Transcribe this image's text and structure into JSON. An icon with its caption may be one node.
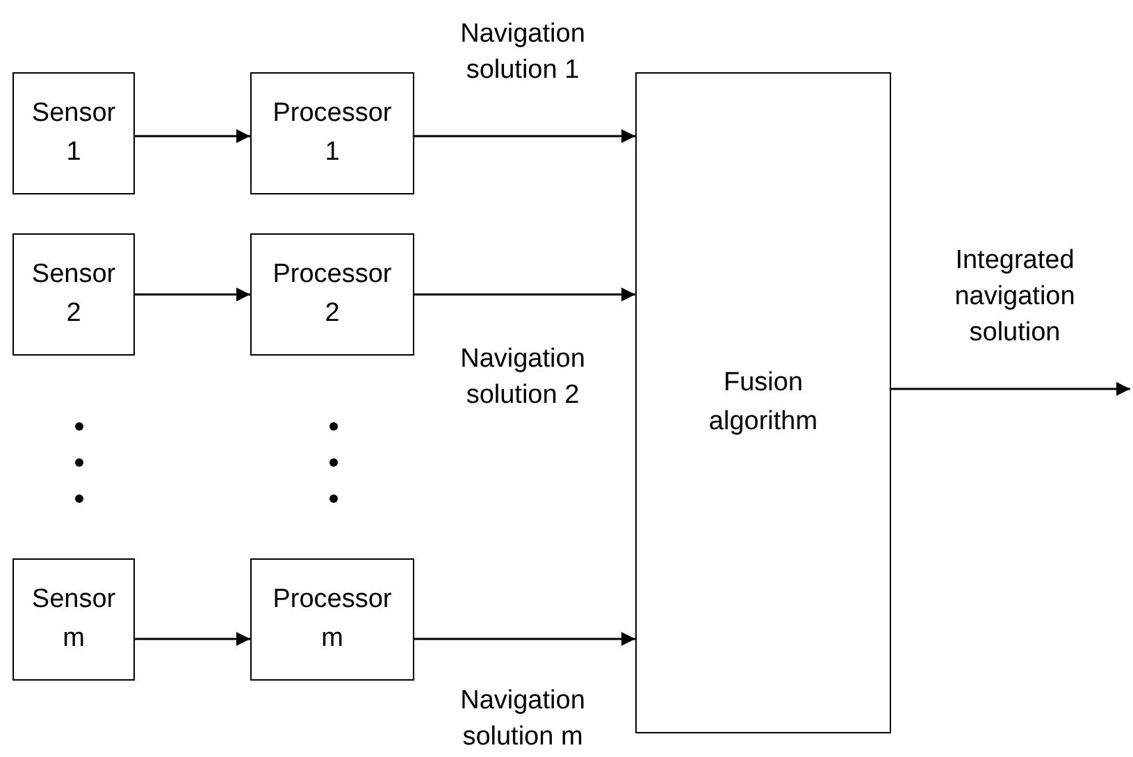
{
  "diagram": {
    "nodes": [
      {
        "text": [
          "Sensor 1"
        ]
      },
      {
        "text": [
          "Processor 1"
        ]
      },
      {
        "text": [
          "Sensor 2"
        ]
      },
      {
        "text": [
          "Processor 2"
        ]
      },
      {
        "text": [
          "Sensor m"
        ]
      },
      {
        "text": [
          "Processor m"
        ]
      },
      {
        "text": [
          "Fusion algorithm"
        ]
      }
    ],
    "edges": [
      {
        "from": 0,
        "to": 1,
        "arrow": "to"
      },
      {
        "from": 2,
        "to": 3,
        "arrow": "to"
      },
      {
        "from": 4,
        "to": 5,
        "arrow": "to"
      },
      {
        "from": 1,
        "to": 6,
        "arrow": "to",
        "label": "Navigation solution 1"
      },
      {
        "from": 3,
        "to": 6,
        "arrow": "to",
        "label": "Navigation solution 2"
      },
      {
        "from": 5,
        "to": 6,
        "arrow": "to",
        "label": "Navigation solution m"
      },
      {
        "from": 6,
        "to": null,
        "arrow": "to",
        "label": "Integrated navigation solution"
      }
    ]
  }
}
